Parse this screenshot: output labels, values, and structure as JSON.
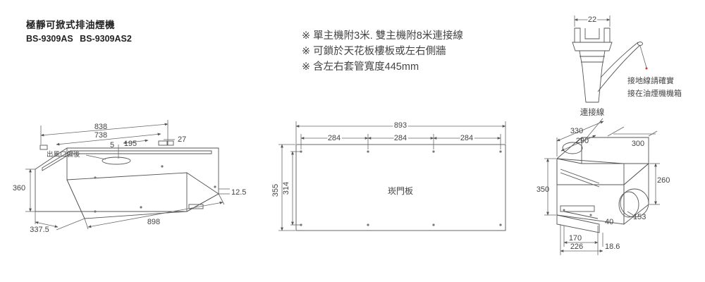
{
  "header": {
    "title": "極靜可掀式排油煙機",
    "models": "BS-9309AS BS-9309AS2"
  },
  "notes": [
    "※ 單主機附3米. 雙主機附8米連接線",
    "※ 可鎖於天花板樓板或左右側牆",
    "※ 含左右套管寬度445mm"
  ],
  "hood": {
    "dim_width_outer": "838",
    "dim_width_inner": "738",
    "dim_5": "5",
    "dim_195": "195",
    "dim_27": "27",
    "exhaust_label": "出風口偏後",
    "dim_height": "360",
    "dim_depth": "337.5",
    "dim_length": "898",
    "dim_12_5": "12.5"
  },
  "panel": {
    "dim_width": "893",
    "dim_seg1": "284",
    "dim_seg2": "284",
    "dim_seg3": "284",
    "dim_height_outer": "355",
    "dim_height_inner": "314",
    "label": "崁門板"
  },
  "connector": {
    "dim_22": "22",
    "ground_note_line1": "接地線請確實",
    "ground_note_line2": "接在油煙機機箱",
    "caption": "連接線"
  },
  "motor_box": {
    "dim_330": "330",
    "dim_290": "290",
    "dim_300": "300",
    "dim_260": "260",
    "dim_350": "350",
    "dim_40": "40",
    "dim_153": "153",
    "dim_170": "170",
    "dim_226": "226",
    "dim_18_6": "18.6"
  }
}
